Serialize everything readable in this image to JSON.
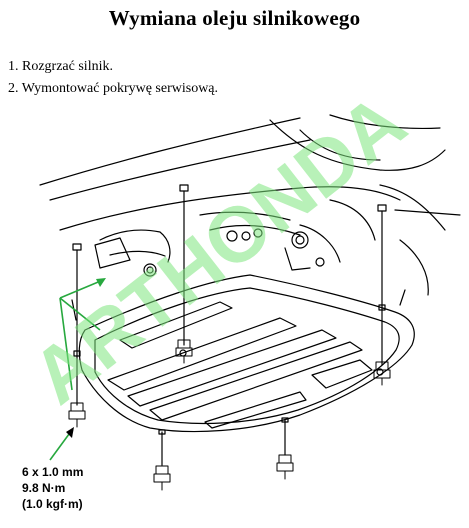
{
  "document": {
    "title": "Wymiana oleju silnikowego",
    "steps": [
      "1. Rozgrzać silnik.",
      "2. Wymontować pokrywę serwisową."
    ]
  },
  "bolt_spec": {
    "size": "6 x 1.0 mm",
    "torque_nm": "9.8 N·m",
    "torque_kgf": "(1.0 kgf·m)"
  },
  "watermark": {
    "text": "ARTHONDA"
  },
  "colors": {
    "callout": "#27a83e",
    "watermark": "#7ee67e",
    "line_art": "#000000"
  }
}
